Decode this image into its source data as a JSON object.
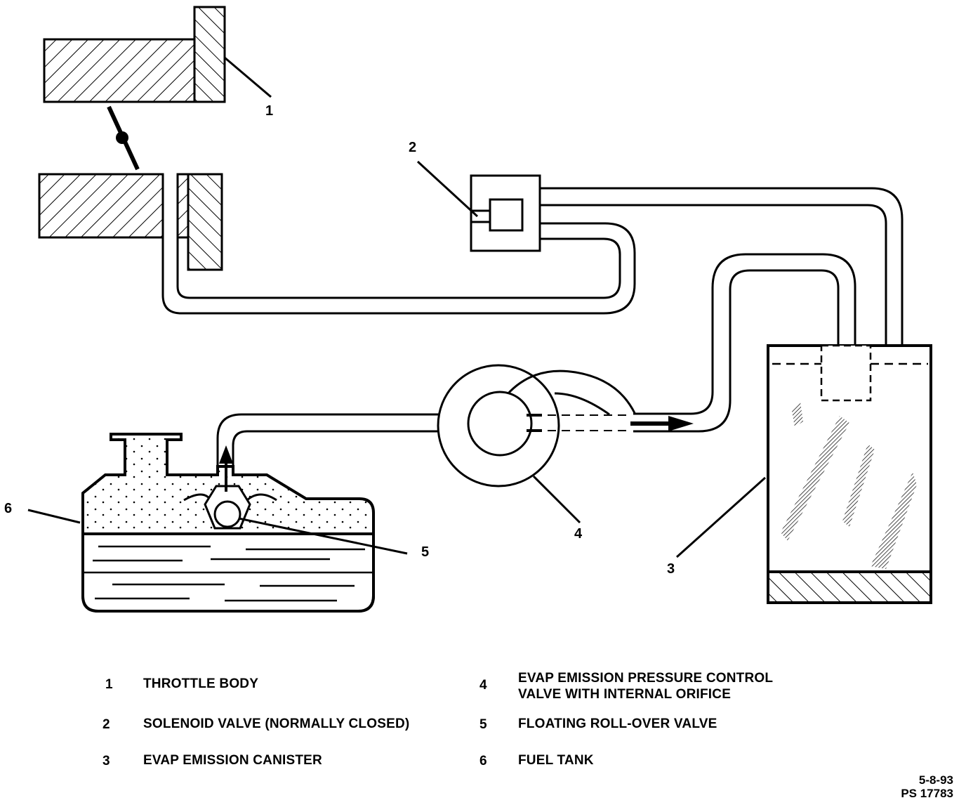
{
  "callouts": {
    "c1": "1",
    "c2": "2",
    "c3": "3",
    "c4": "4",
    "c5": "5",
    "c6": "6"
  },
  "legend": [
    {
      "num": "1",
      "text": "THROTTLE BODY"
    },
    {
      "num": "2",
      "text": "SOLENOID VALVE (NORMALLY CLOSED)"
    },
    {
      "num": "3",
      "text": "EVAP EMISSION CANISTER"
    },
    {
      "num": "4",
      "text": "EVAP EMISSION PRESSURE CONTROL VALVE WITH INTERNAL ORIFICE"
    },
    {
      "num": "5",
      "text": "FLOATING ROLL-OVER VALVE"
    },
    {
      "num": "6",
      "text": "FUEL TANK"
    }
  ],
  "footer": {
    "date": "5-8-93",
    "code": "PS 17783"
  }
}
